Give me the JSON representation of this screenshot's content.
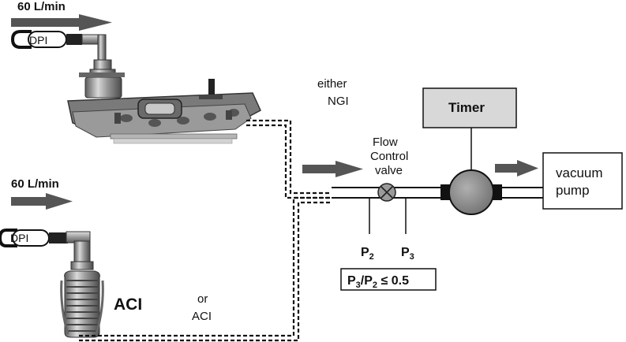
{
  "flow_rate_top": "60 L/min",
  "flow_rate_bottom": "60 L/min",
  "inhaler_label_top": "DPI",
  "inhaler_label_bottom": "DPI",
  "either_text": "either",
  "ngi_label": "NGI",
  "aci_main_label": "ACI",
  "or_text": "or",
  "aci_small_label": "ACI",
  "valve_label": [
    "Flow",
    "Control",
    "valve"
  ],
  "timer_label": "Timer",
  "pump_label": [
    "vacuum",
    "pump"
  ],
  "p2": {
    "base": "P",
    "sub": "2"
  },
  "p3": {
    "base": "P",
    "sub": "3"
  },
  "ratio": {
    "p3": "P",
    "p3_sub": "3",
    "slash_p2": "/P",
    "p2_sub": "2",
    "relation": " ≤ 0.5"
  },
  "colors": {
    "arrow": "#555555",
    "timer_fill": "#d8d8d8",
    "pump_body": "#8c8c8c"
  }
}
